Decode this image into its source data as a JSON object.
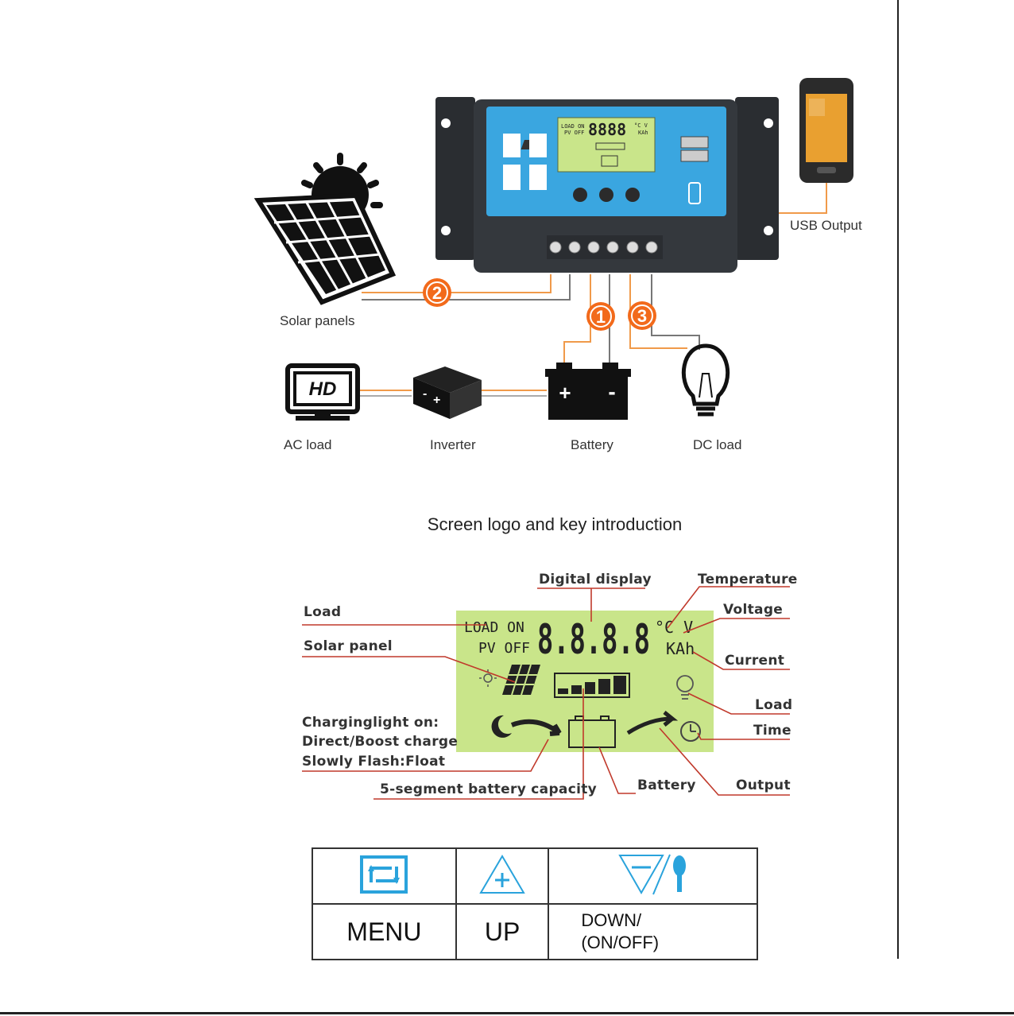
{
  "top_diagram": {
    "usb_output_label": "USB Output",
    "solar_panels_label": "Solar panels",
    "ac_load_label": "AC load",
    "inverter_label": "Inverter",
    "battery_label": "Battery",
    "dc_load_label": "DC load",
    "tv_badge": "HD",
    "markers": [
      "2",
      "1",
      "3"
    ],
    "wire_color": "#f09a4a",
    "marker_color": "#f26a1b",
    "panel_color": "#3aa6e0",
    "lcd_color": "#c9e58a"
  },
  "section_title": "Screen logo and key introduction",
  "lcd": {
    "load_on": "LOAD ON",
    "pv_off": "PV OFF",
    "digits": "8.8.8.8",
    "temp_volt": "°C V",
    "kah": "KAh",
    "callouts": {
      "digital_display": "Digital display",
      "temperature": "Temperature",
      "voltage": "Voltage",
      "current": "Current",
      "load_left": "Load",
      "solar_panel": "Solar panel",
      "charging_1": "Charginglight on:",
      "charging_2": "Direct/Boost charge",
      "charging_3": "Slowly Flash:Float",
      "capacity": "5-segment battery capacity",
      "battery": "Battery",
      "load_right": "Load",
      "time": "Time",
      "output": "Output"
    },
    "callout_color": "#c0392b"
  },
  "keys": {
    "menu": "MENU",
    "up": "UP",
    "down_1": "DOWN/",
    "down_2": "(ON/OFF)",
    "icon_color": "#2aa3dc"
  }
}
